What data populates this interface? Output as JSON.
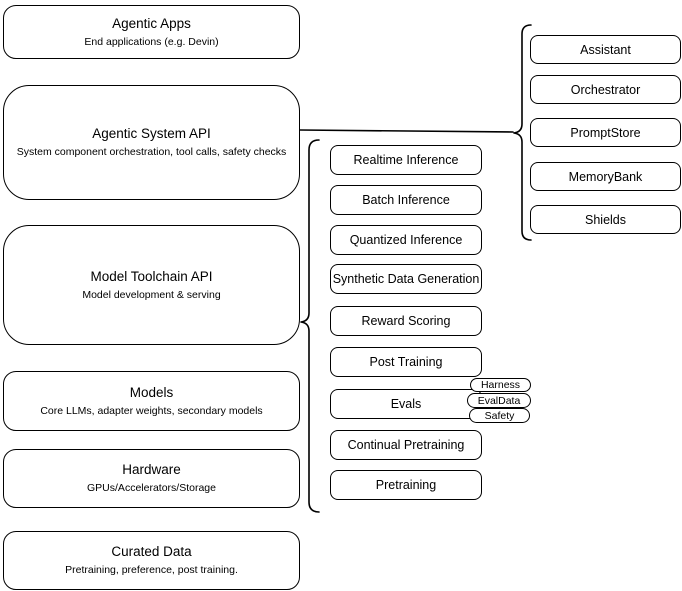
{
  "diagram": {
    "title": "Agentic stack architecture diagram",
    "colors": {
      "stroke": "#000000",
      "fill": "#ffffff",
      "text": "#000000",
      "background": "#ffffff"
    },
    "left_column": [
      {
        "title": "Agentic Apps",
        "subtitle": "End applications (e.g. Devin)"
      },
      {
        "title": "Agentic System API",
        "subtitle": "System component orchestration, tool calls, safety checks"
      },
      {
        "title": "Model Toolchain API",
        "subtitle": "Model development & serving"
      },
      {
        "title": "Models",
        "subtitle": "Core LLMs, adapter weights, secondary models"
      },
      {
        "title": "Hardware",
        "subtitle": "GPUs/Accelerators/Storage"
      },
      {
        "title": "Curated Data",
        "subtitle": "Pretraining, preference, post training."
      }
    ],
    "toolchain_items": [
      "Realtime Inference",
      "Batch Inference",
      "Quantized Inference",
      "Synthetic Data Generation",
      "Reward Scoring",
      "Post Training",
      "Evals",
      "Continual Pretraining",
      "Pretraining"
    ],
    "eval_tags": [
      "Harness",
      "EvalData",
      "Safety"
    ],
    "system_components": [
      "Assistant",
      "Orchestrator",
      "PromptStore",
      "MemoryBank",
      "Shields"
    ]
  }
}
